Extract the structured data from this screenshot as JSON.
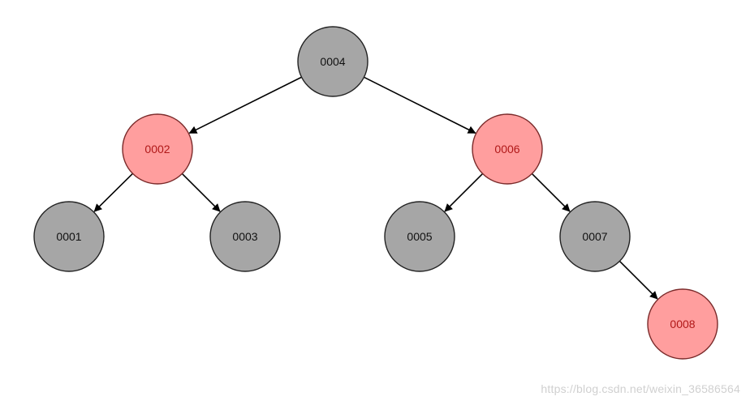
{
  "tree": {
    "colors": {
      "black_fill": "#a6a6a6",
      "black_stroke": "#222222",
      "black_text": "#111111",
      "red_fill": "#ff9e9e",
      "red_stroke": "#7a2a2a",
      "red_text": "#b01818",
      "edge": "#000000"
    },
    "nodes": [
      {
        "id": "0004",
        "label": "0004",
        "color": "black"
      },
      {
        "id": "0002",
        "label": "0002",
        "color": "red"
      },
      {
        "id": "0006",
        "label": "0006",
        "color": "red"
      },
      {
        "id": "0001",
        "label": "0001",
        "color": "black"
      },
      {
        "id": "0003",
        "label": "0003",
        "color": "black"
      },
      {
        "id": "0005",
        "label": "0005",
        "color": "black"
      },
      {
        "id": "0007",
        "label": "0007",
        "color": "black"
      },
      {
        "id": "0008",
        "label": "0008",
        "color": "red"
      }
    ],
    "edges": [
      {
        "from": "0004",
        "to": "0002"
      },
      {
        "from": "0004",
        "to": "0006"
      },
      {
        "from": "0002",
        "to": "0001"
      },
      {
        "from": "0002",
        "to": "0003"
      },
      {
        "from": "0006",
        "to": "0005"
      },
      {
        "from": "0006",
        "to": "0007"
      },
      {
        "from": "0007",
        "to": "0008"
      }
    ]
  },
  "watermark": {
    "text": "https://blog.csdn.net/weixin_36586564"
  }
}
